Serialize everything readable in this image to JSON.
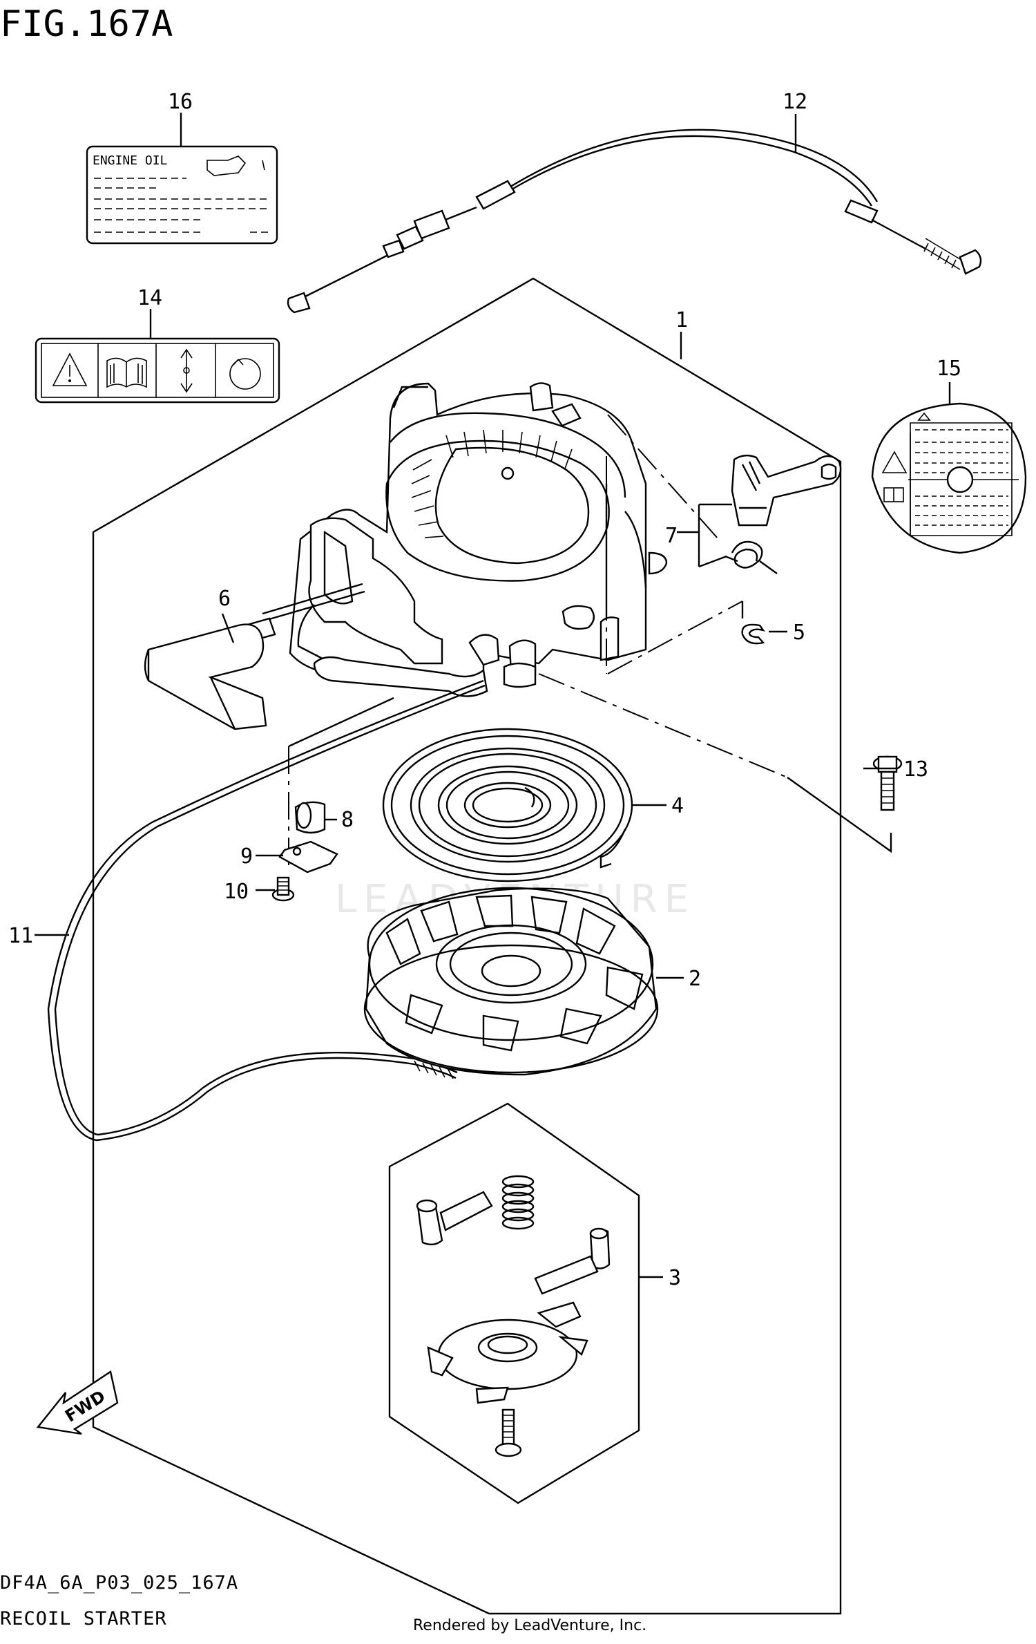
{
  "figure": {
    "title": "FIG.167A",
    "code": "DF4A_6A_P03_025_167A",
    "name": "RECOIL STARTER",
    "credit": "Rendered by LeadVenture, Inc.",
    "watermark": "LEADVENTURE"
  },
  "labels": {
    "engine_oil": "ENGINE OIL",
    "fwd": "FWD"
  },
  "callouts": [
    {
      "id": "1",
      "part": "recoil-starter-assy"
    },
    {
      "id": "2",
      "part": "reel"
    },
    {
      "id": "3",
      "part": "ratchet-kit"
    },
    {
      "id": "4",
      "part": "recoil-spring"
    },
    {
      "id": "5",
      "part": "e-clip"
    },
    {
      "id": "6",
      "part": "handle-rope"
    },
    {
      "id": "7",
      "part": "lever-spring"
    },
    {
      "id": "8",
      "part": "bushing"
    },
    {
      "id": "9",
      "part": "plate"
    },
    {
      "id": "10",
      "part": "screw"
    },
    {
      "id": "11",
      "part": "rope"
    },
    {
      "id": "12",
      "part": "cable"
    },
    {
      "id": "13",
      "part": "bolt"
    },
    {
      "id": "14",
      "part": "caution-label"
    },
    {
      "id": "15",
      "part": "starter-label"
    },
    {
      "id": "16",
      "part": "engine-oil-label"
    }
  ],
  "icons": [
    "warning-icon",
    "manual-book-icon",
    "double-arrow-icon",
    "pull-start-icon"
  ]
}
